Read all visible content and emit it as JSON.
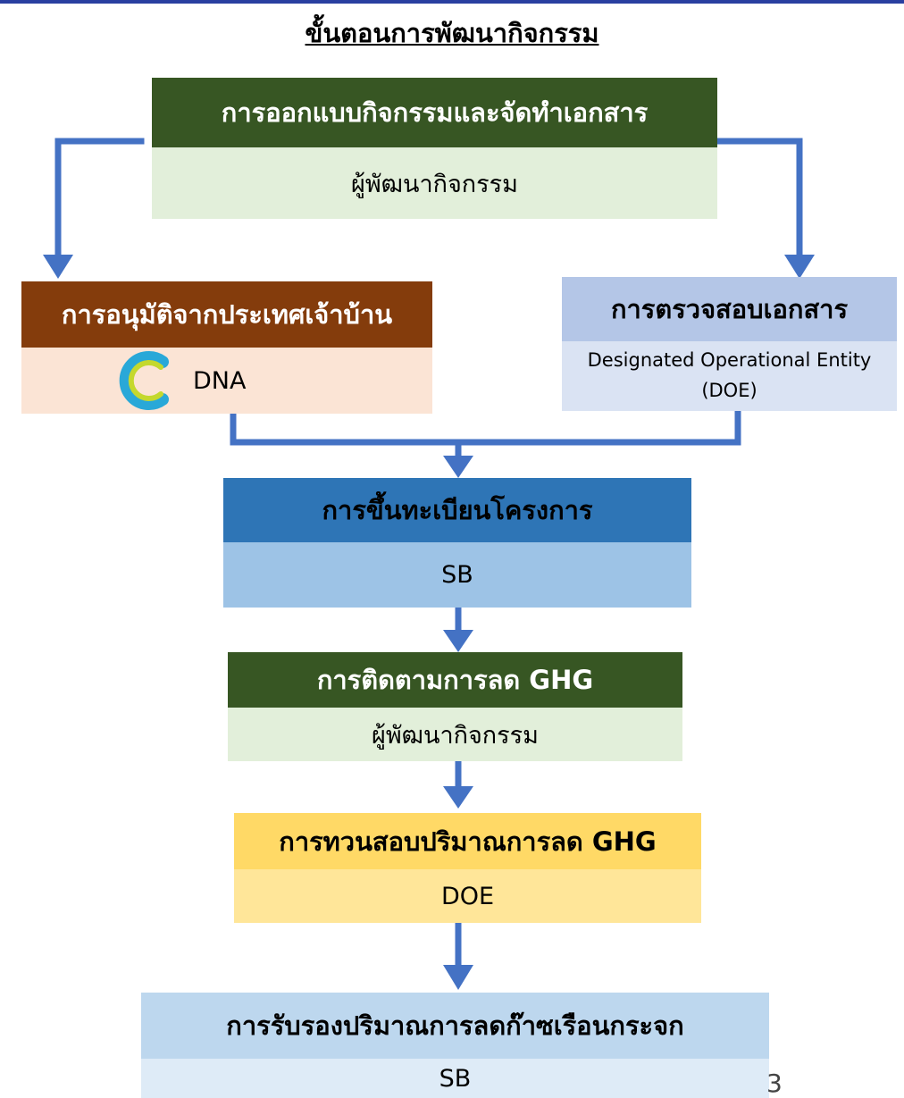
{
  "title": "ขั้นตอนการพัฒนากิจกรรม",
  "steps": {
    "design": {
      "header": "การออกแบบกิจกรรมและจัดทำเอกสาร",
      "sub": "ผู้พัฒนากิจกรรม"
    },
    "approval": {
      "header": "การอนุมัติจากประเทศเจ้าบ้าน",
      "sub": "DNA"
    },
    "validation": {
      "header": "การตรวจสอบเอกสาร",
      "sub_line1": "Designated Operational Entity",
      "sub_line2": "(DOE)"
    },
    "registration": {
      "header": "การขึ้นทะเบียนโครงการ",
      "sub": "SB"
    },
    "monitoring": {
      "header": "การติดตามการลด GHG",
      "sub": "ผู้พัฒนากิจกรรม"
    },
    "verification": {
      "header": "การทวนสอบปริมาณการลด GHG",
      "sub": "DOE"
    },
    "certification": {
      "header": "การรับรองปริมาณการลดก๊าซเรือนกระจก",
      "sub": "SB"
    }
  },
  "page_number": "3",
  "colors": {
    "arrow": "#4472c4",
    "dark_green": "#375623",
    "light_green": "#e2efda",
    "brown": "#843c0c",
    "peach": "#fbe4d5",
    "steel_blue": "#b4c6e7",
    "pale_blue": "#dae3f3",
    "blue": "#2e75b6",
    "sky": "#9dc3e6",
    "gold": "#ffd966",
    "pale_gold": "#ffe699",
    "light_blue": "#bdd7ee",
    "very_light_blue": "#deebf7"
  },
  "icons": {
    "approval_logo": "c-logo-icon"
  }
}
